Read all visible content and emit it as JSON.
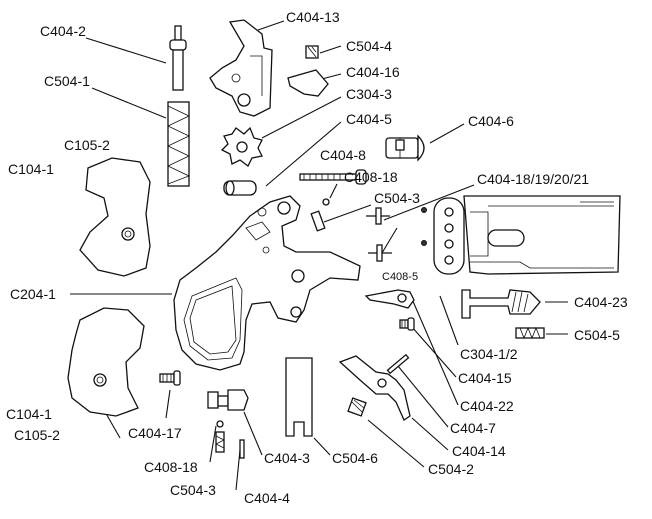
{
  "labels": {
    "c404_2": "C404-2",
    "c404_13": "C404-13",
    "c504_4": "C504-4",
    "c404_16": "C404-16",
    "c504_1": "C504-1",
    "c304_3": "C304-3",
    "c404_5": "C404-5",
    "c404_6": "C404-6",
    "c105_2_top": "C105-2",
    "c104_1_top": "C104-1",
    "c404_8": "C404-8",
    "c408_18_top": "C408-18",
    "c504_3_top": "C504-3",
    "c404_18_21": "C404-18/19/20/21",
    "c408_5": "C408-5",
    "c204_1": "C204-1",
    "c404_23": "C404-23",
    "c504_5": "C504-5",
    "c304_1_2": "C304-1/2",
    "c404_15": "C404-15",
    "c404_22": "C404-22",
    "c404_7": "C404-7",
    "c404_14": "C404-14",
    "c504_2": "C504-2",
    "c504_6": "C504-6",
    "c404_3": "C404-3",
    "c404_17": "C404-17",
    "c104_1_bot": "C104-1",
    "c105_2_bot": "C105-2",
    "c408_18_bot": "C408-18",
    "c504_3_bot": "C504-3",
    "c404_4": "C404-4"
  }
}
